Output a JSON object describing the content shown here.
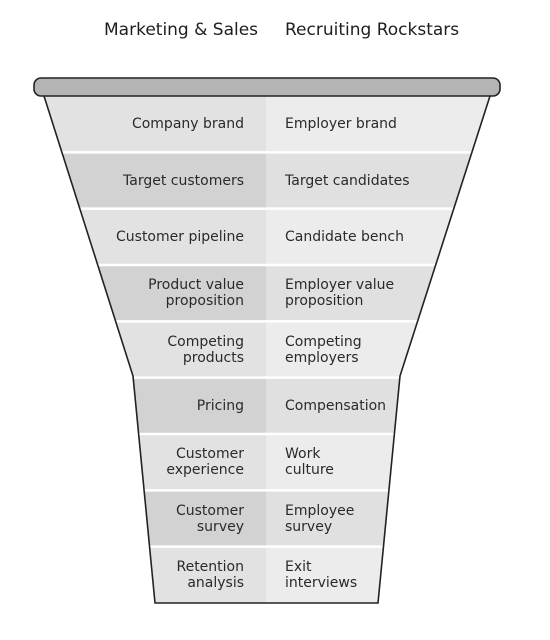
{
  "headers": {
    "left": "Marketing & Sales",
    "right": "Recruiting Rockstars"
  },
  "rows": [
    {
      "left": [
        "Company brand"
      ],
      "right": [
        "Employer brand"
      ]
    },
    {
      "left": [
        "Target customers"
      ],
      "right": [
        "Target candidates"
      ]
    },
    {
      "left": [
        "Customer pipeline"
      ],
      "right": [
        "Candidate bench"
      ]
    },
    {
      "left": [
        "Product value",
        "proposition"
      ],
      "right": [
        "Employer value",
        "proposition"
      ]
    },
    {
      "left": [
        "Competing",
        "products"
      ],
      "right": [
        "Competing",
        "employers"
      ]
    },
    {
      "left": [
        "Pricing"
      ],
      "right": [
        "Compensation"
      ]
    },
    {
      "left": [
        "Customer",
        "experience"
      ],
      "right": [
        "Work",
        "culture"
      ]
    },
    {
      "left": [
        "Customer",
        "survey"
      ],
      "right": [
        "Employee",
        "survey"
      ]
    },
    {
      "left": [
        "Retention",
        "analysis"
      ],
      "right": [
        "Exit",
        "interviews"
      ]
    }
  ],
  "colors": {
    "rim": "#b4b4b4",
    "left_light": "#e2e2e2",
    "left_dark": "#d2d2d2",
    "right_light": "#ececec",
    "right_dark": "#e0e0e0",
    "outline": "#222222"
  }
}
